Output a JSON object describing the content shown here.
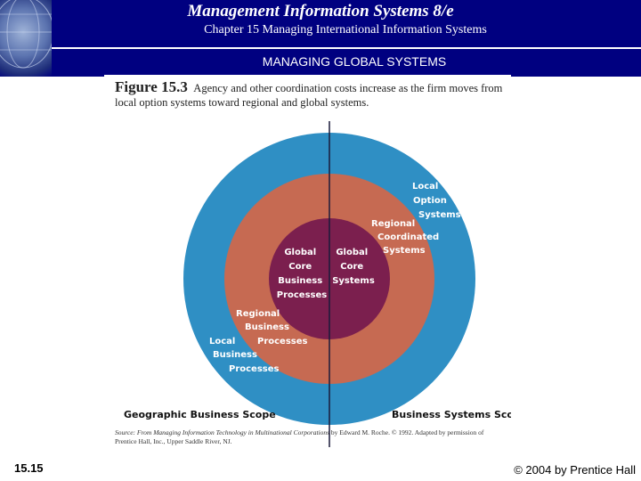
{
  "header": {
    "title": "Management Information Systems 8/e",
    "subtitle": "Chapter 15 Managing International Information Systems",
    "section": "MANAGING GLOBAL SYSTEMS"
  },
  "figure": {
    "number": "Figure 15.3",
    "caption": "Agency and other coordination costs increase as the firm moves from local option systems toward regional and global systems.",
    "source_label": "Source: From",
    "source_title": "Managing Information Technology in Multinational Corporations",
    "source_rest": "by Edward M. Roche. © 1992. Adapted by permission of Prentice Hall, Inc., Upper Saddle River, NJ.",
    "left_caption": "Geographic Business Scope",
    "right_caption": "Business Systems Scope",
    "labels": {
      "global_core_business_processes": [
        "Global",
        "Core",
        "Business",
        "Processes"
      ],
      "global_core_systems": [
        "Global",
        "Core",
        "Systems"
      ],
      "regional_business_processes": [
        "Regional",
        "Business",
        "Processes"
      ],
      "regional_coordinated_systems": [
        "Regional",
        "Coordinated",
        "Systems"
      ],
      "local_business_processes": [
        "Local",
        "Business",
        "Processes"
      ],
      "local_option_systems": [
        "Local",
        "Option",
        "Systems"
      ]
    },
    "colors": {
      "outer_ring": "#2f8fc4",
      "middle_ring": "#c66a52",
      "inner_core": "#7b1f4e"
    }
  },
  "footer": {
    "slide_number": "15.15",
    "copyright": "© 2004 by Prentice Hall"
  }
}
